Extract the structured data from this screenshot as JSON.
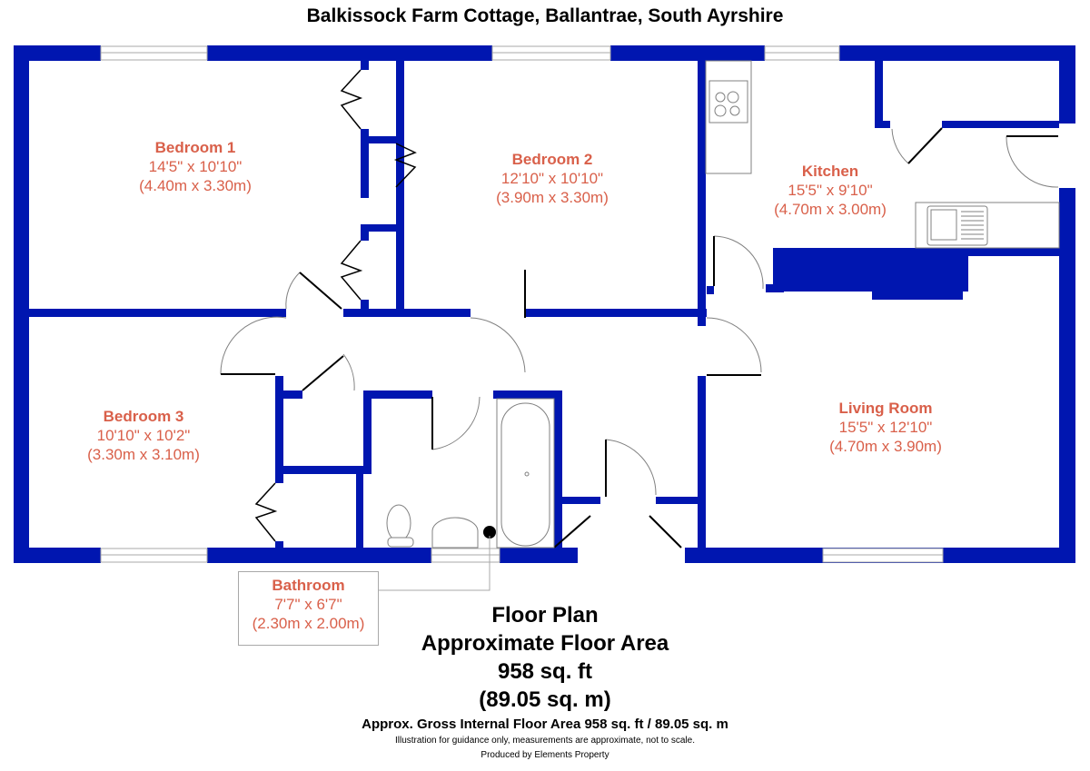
{
  "title": "Balkissock Farm Cottage, Ballantrae, South Ayrshire",
  "colors": {
    "wall": "#0016b0",
    "label": "#d9604a",
    "fixture": "#808080",
    "door": "#000000"
  },
  "rooms": {
    "bedroom1": {
      "name": "Bedroom 1",
      "imperial": "14'5\" x 10'10\"",
      "metric": "(4.40m x 3.30m)"
    },
    "bedroom2": {
      "name": "Bedroom 2",
      "imperial": "12'10\" x 10'10\"",
      "metric": "(3.90m x 3.30m)"
    },
    "kitchen": {
      "name": "Kitchen",
      "imperial": "15'5\" x 9'10\"",
      "metric": "(4.70m x 3.00m)"
    },
    "bedroom3": {
      "name": "Bedroom 3",
      "imperial": "10'10\" x 10'2\"",
      "metric": "(3.30m x 3.10m)"
    },
    "living": {
      "name": "Living Room",
      "imperial": "15'5\" x 12'10\"",
      "metric": "(4.70m x 3.90m)"
    },
    "bathroom": {
      "name": "Bathroom",
      "imperial": "7'7\" x 6'7\"",
      "metric": "(2.30m x 2.00m)"
    }
  },
  "summary": {
    "line1": "Floor Plan",
    "line2": "Approximate Floor Area",
    "line3": "958 sq. ft",
    "line4": "(89.05 sq. m)"
  },
  "footer": {
    "gross": "Approx. Gross Internal Floor Area 958 sq. ft / 89.05 sq. m",
    "disclaimer": "Illustration for guidance only, measurements are approximate, not to scale.",
    "producer": "Produced by Elements Property"
  }
}
